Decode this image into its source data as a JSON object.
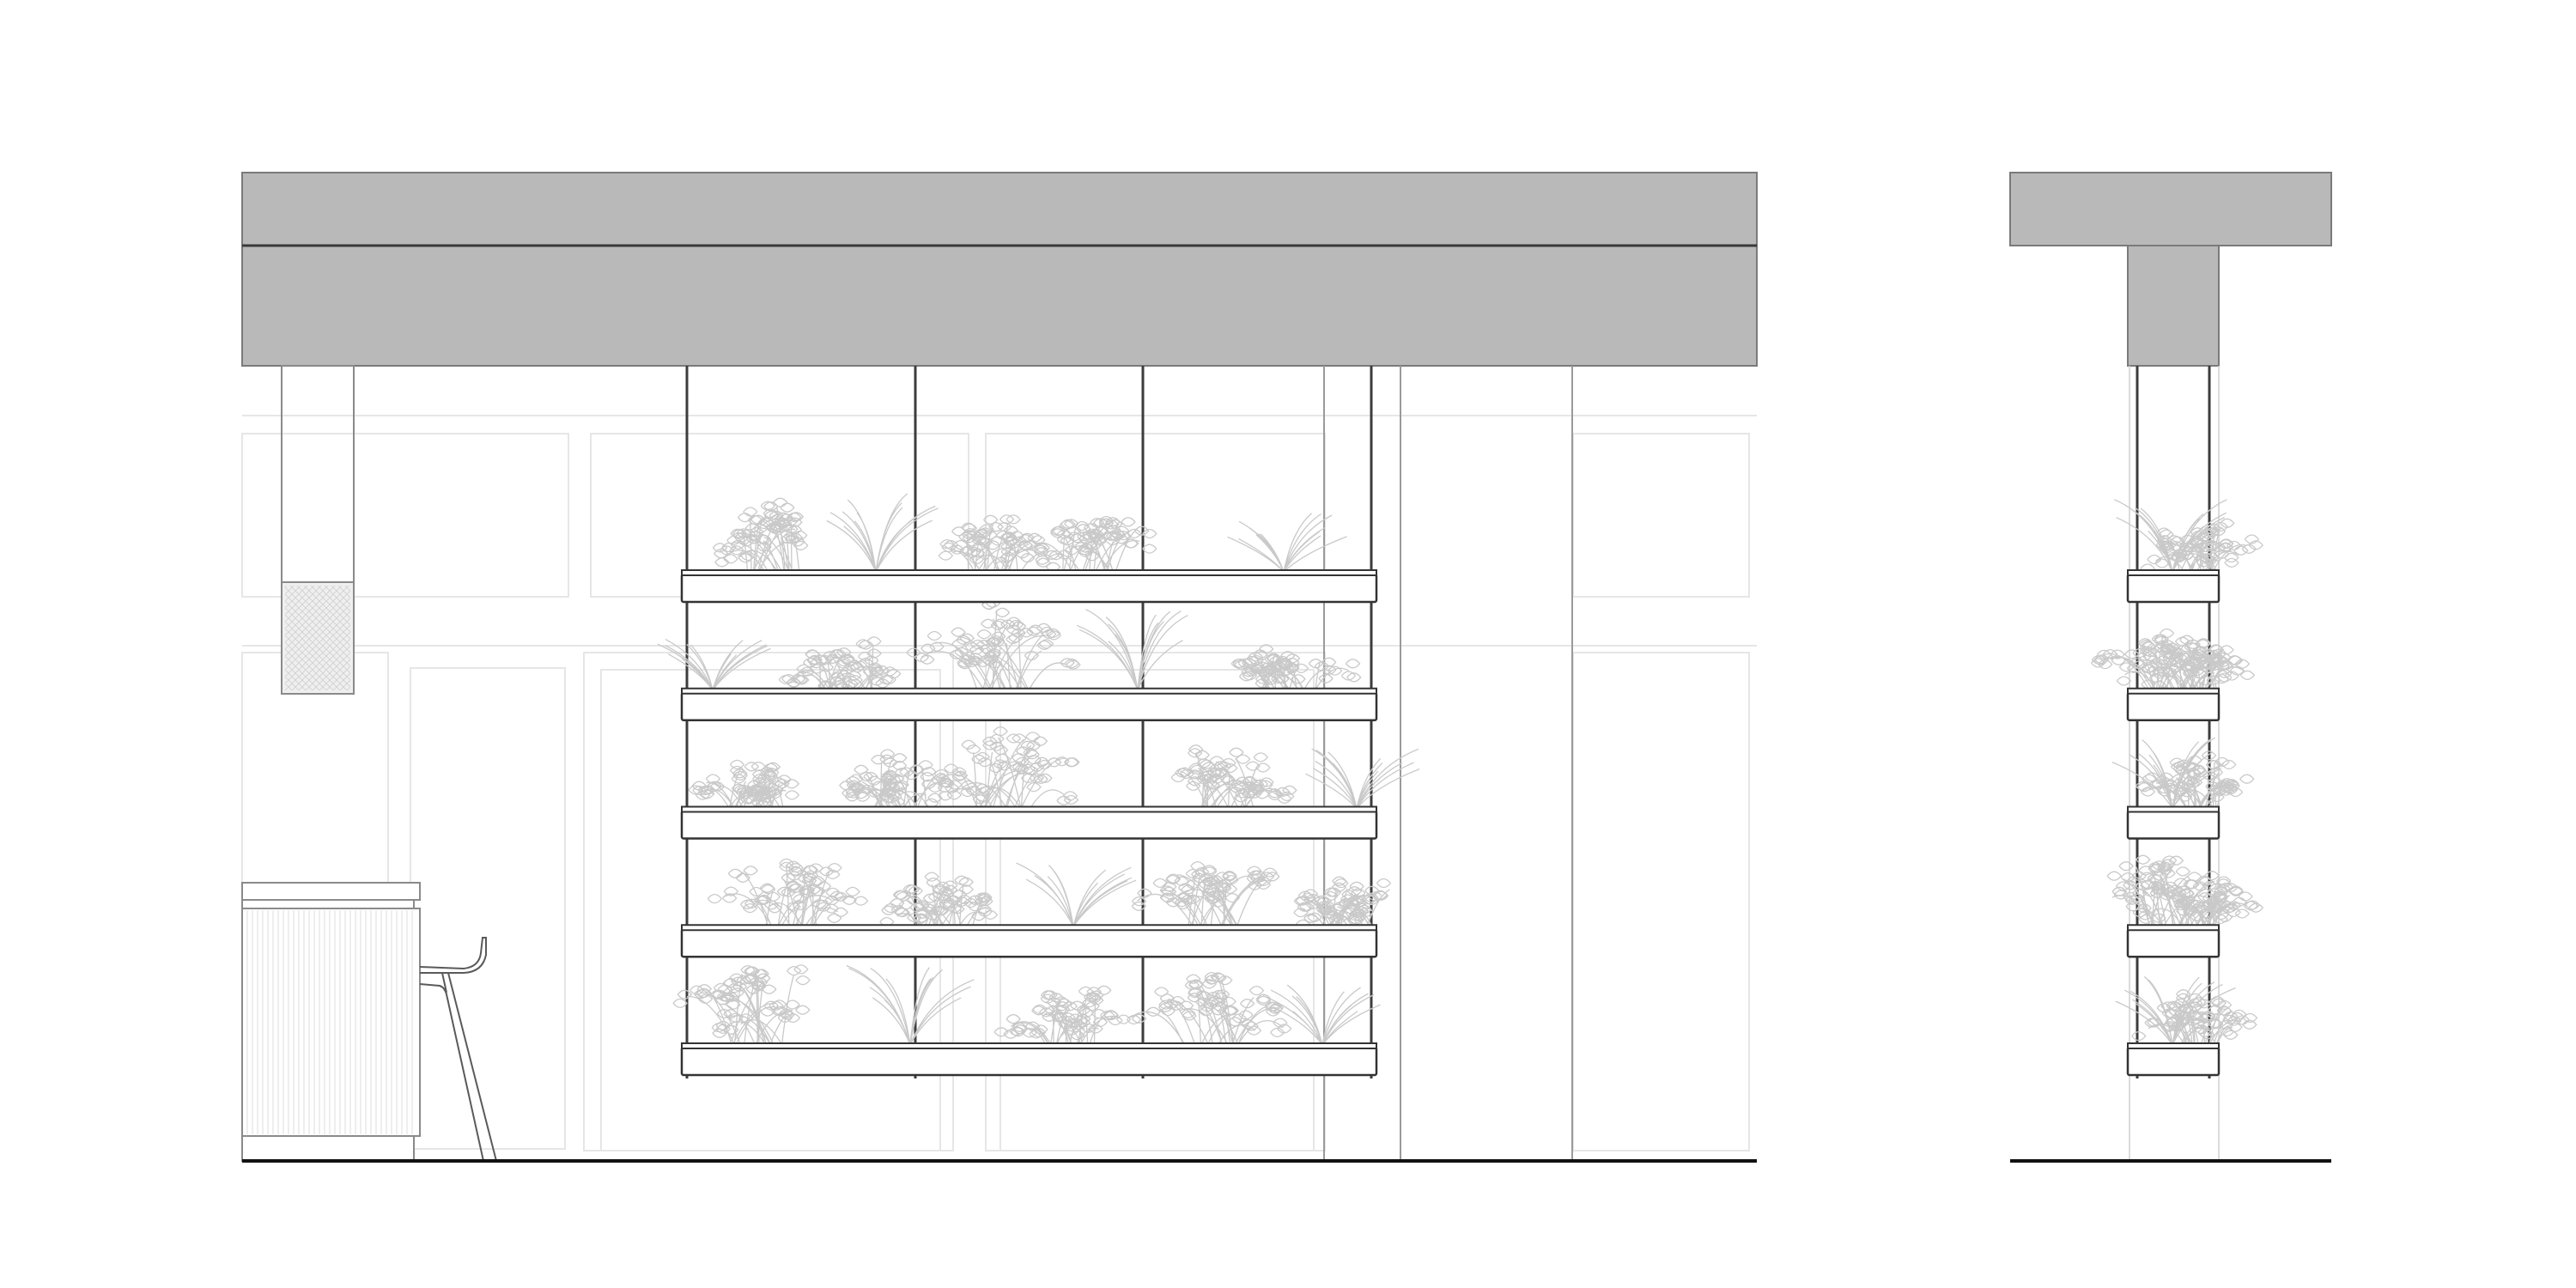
{
  "drawing": {
    "type": "architectural-elevation",
    "views": [
      {
        "id": "front-elevation",
        "shelf_tiers": 5,
        "bays": 3
      },
      {
        "id": "side-elevation",
        "shelf_tiers": 5
      }
    ]
  },
  "colors": {
    "ceiling_fill": "#b9b9b9",
    "line_dark": "#333333",
    "line_light": "#e6e6e6",
    "foliage": "#c9c9c9",
    "background": "#ffffff"
  }
}
